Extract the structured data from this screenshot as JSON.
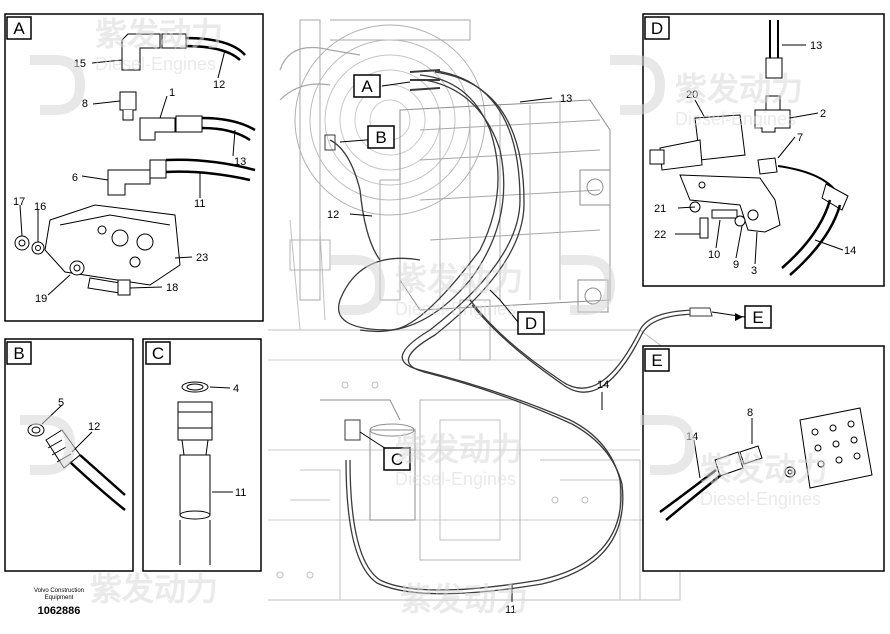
{
  "panels": {
    "A": {
      "letter": "A",
      "callouts": [
        "15",
        "8",
        "1",
        "12",
        "13",
        "6",
        "11",
        "17",
        "16",
        "23",
        "19",
        "18"
      ]
    },
    "B": {
      "letter": "B",
      "callouts": [
        "5",
        "12"
      ]
    },
    "C": {
      "letter": "C",
      "callouts": [
        "4",
        "11"
      ]
    },
    "D": {
      "letter": "D",
      "callouts": [
        "13",
        "20",
        "2",
        "7",
        "21",
        "22",
        "10",
        "9",
        "3",
        "14"
      ]
    },
    "E": {
      "letter": "E",
      "callouts": [
        "14",
        "8"
      ]
    }
  },
  "main_view": {
    "markers": [
      "A",
      "B",
      "C",
      "D",
      "E"
    ],
    "callouts": [
      "13",
      "12",
      "14",
      "11"
    ]
  },
  "watermark": {
    "chinese": "紫发动力",
    "latin": "Diesel-Engines"
  },
  "footer": {
    "brand_line1": "Volvo Construction",
    "brand_line2": "Equipment",
    "part_number": "1062886"
  }
}
